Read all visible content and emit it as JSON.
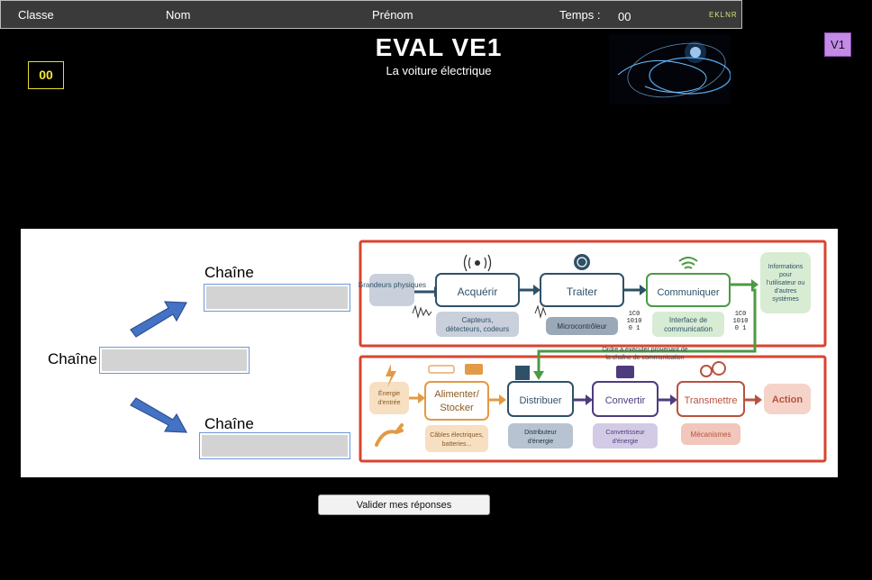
{
  "header": {
    "classe_label": "Classe",
    "nom_label": "Nom",
    "prenom_label": "Prénom",
    "temps_label": "Temps :",
    "temps_value": "00",
    "brand": "EKLNR"
  },
  "counter": "00",
  "title": "EVAL VE1",
  "subtitle": "La voiture électrique",
  "version": "V1",
  "exercise": {
    "chain_top_label": "Chaîne",
    "chain_main_label": "Chaîne",
    "chain_bottom_label": "Chaîne",
    "chain_top_value": "",
    "chain_main_value": "",
    "chain_bottom_value": ""
  },
  "diagram": {
    "info_chain": {
      "input": "Grandeurs physiques",
      "acquerir": "Acquérir",
      "traiter": "Traiter",
      "communiquer": "Communiquer",
      "output_lines": [
        "Informations",
        "pour",
        "l'utilisateur ou",
        "d'autres",
        "systèmes"
      ],
      "acquerir_desc_lines": [
        "Capteurs,",
        "détecteurs, codeurs"
      ],
      "traiter_desc": "Microcontrôleur",
      "communiquer_desc_lines": [
        "Interface de",
        "communication"
      ],
      "binary": [
        "1C0",
        "1010",
        "0 1"
      ]
    },
    "order_text_lines": [
      "Ordre à exécuter provenant de",
      "la chaîne de communication"
    ],
    "energy_chain": {
      "input_lines": [
        "Énergie",
        "d'entrée"
      ],
      "alimenter_lines": [
        "Alimenter/",
        "Stocker"
      ],
      "distribuer": "Distribuer",
      "convertir": "Convertir",
      "transmettre": "Transmettre",
      "action": "Action",
      "alimenter_desc_lines": [
        "Câbles électriques,",
        "batteries..."
      ],
      "distribuer_desc_lines": [
        "Distributeur",
        "d'énergie"
      ],
      "convertir_desc_lines": [
        "Convertisseur",
        "d'énergie"
      ],
      "transmettre_desc": "Mécanismes"
    }
  },
  "submit_label": "Valider  mes réponses",
  "colors": {
    "frame_red": "#d9442f",
    "info_blue": "#2f5168",
    "comm_green": "#4b9a45",
    "energy_orange": "#e39a45",
    "convert_purple": "#4e3b7e",
    "transmit_red": "#b8523f",
    "counter_yellow": "#f3e63a",
    "version_purple": "#c48be6"
  }
}
